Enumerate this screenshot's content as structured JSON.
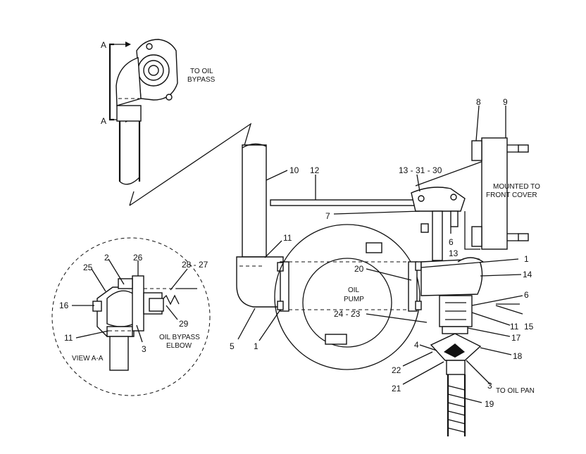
{
  "section_marks": {
    "top": "A",
    "bottom": "A"
  },
  "captions": {
    "to_oil_bypass_1": "TO OIL",
    "to_oil_bypass_2": "BYPASS",
    "mounted_1": "MOUNTED TO",
    "mounted_2": "FRONT COVER",
    "oil_pump_1": "OIL",
    "oil_pump_2": "PUMP",
    "oil_bypass_elbow_1": "OIL BYPASS",
    "oil_bypass_elbow_2": "ELBOW",
    "view_aa": "VIEW  A-A",
    "to_oil_pan": "TO OIL PAN"
  },
  "callouts": {
    "c8": "8",
    "c9": "9",
    "c10": "10",
    "c12": "12",
    "c13_31_30": "13 - 31 - 30",
    "c7": "7",
    "c6a": "6",
    "c13b": "13",
    "c1a": "1",
    "c14": "14",
    "c6b": "6",
    "c15": "15",
    "c11c": "11",
    "c17": "17",
    "c18": "18",
    "c3b": "3",
    "c19": "19",
    "c21": "21",
    "c22": "22",
    "c4": "4",
    "c24_23": "24 - 23",
    "c20": "20",
    "c11b": "11",
    "c5": "5",
    "c1b": "1",
    "c2": "2",
    "c26": "26",
    "c25": "25",
    "c28_27": "28 - 27",
    "c16": "16",
    "c11a": "11",
    "c29": "29",
    "c3a": "3"
  }
}
